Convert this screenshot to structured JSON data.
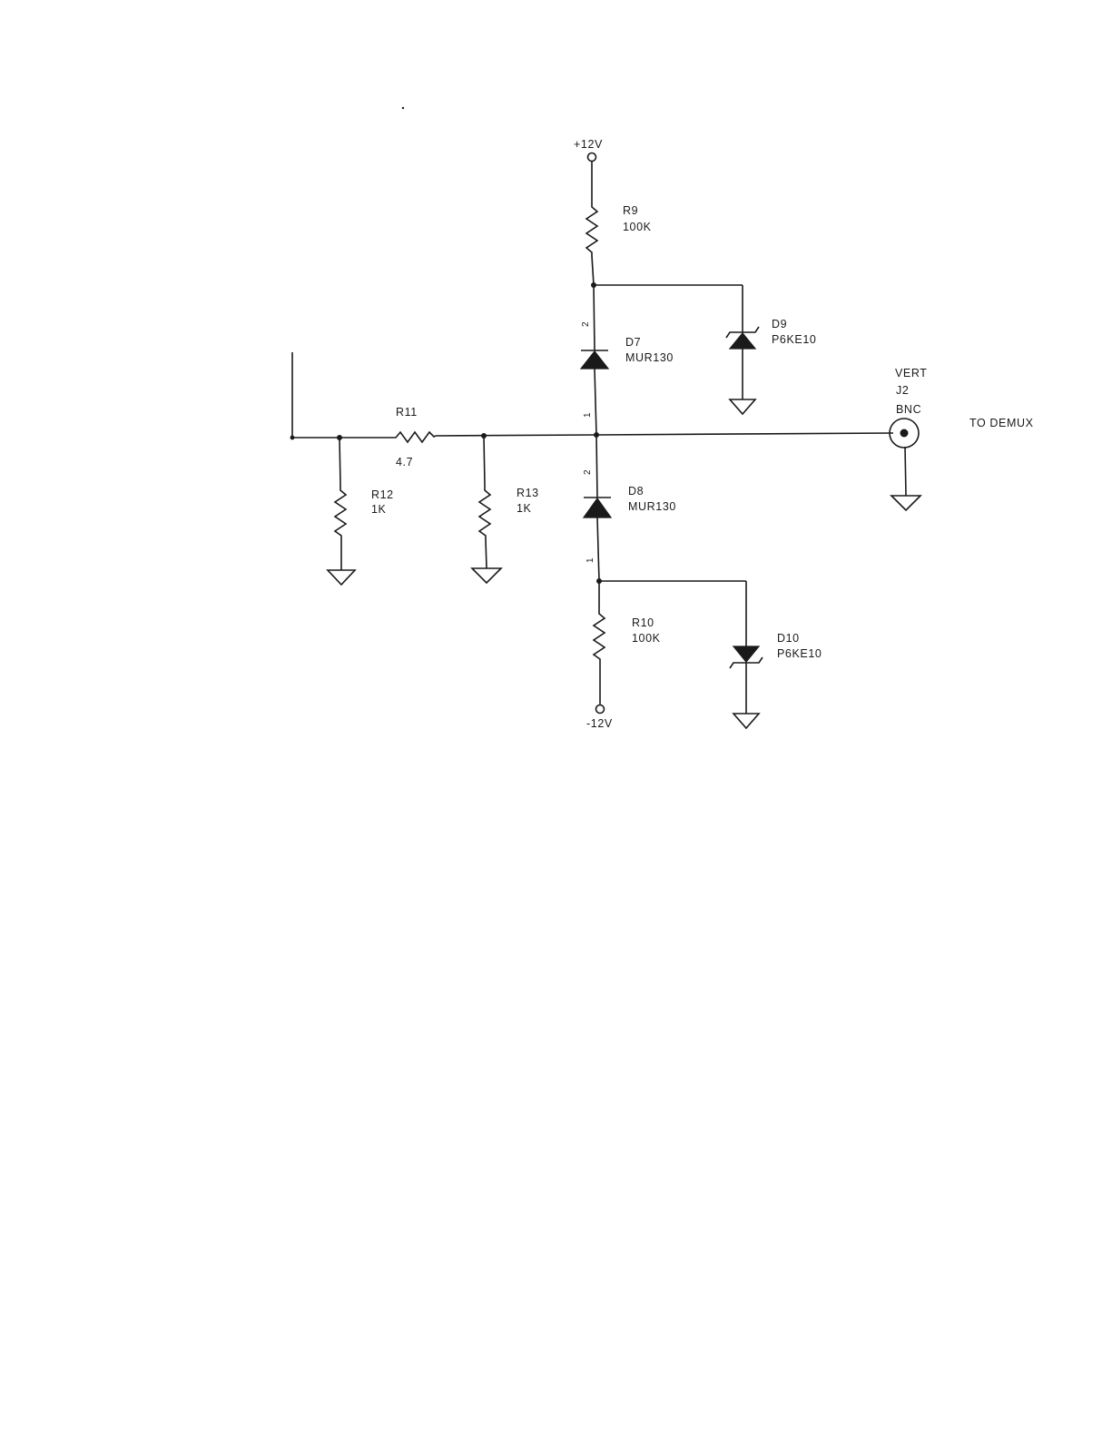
{
  "rails": {
    "positive": "+12V",
    "negative": "-12V"
  },
  "components": {
    "R9": {
      "ref": "R9",
      "value": "100K"
    },
    "R10": {
      "ref": "R10",
      "value": "100K"
    },
    "R11": {
      "ref": "R11",
      "value": "4.7"
    },
    "R12": {
      "ref": "R12",
      "value": "1K"
    },
    "R13": {
      "ref": "R13",
      "value": "1K"
    },
    "D7": {
      "ref": "D7",
      "value": "MUR130"
    },
    "D8": {
      "ref": "D8",
      "value": "MUR130"
    },
    "D9": {
      "ref": "D9",
      "value": "P6KE10"
    },
    "D10": {
      "ref": "D10",
      "value": "P6KE10"
    },
    "J2": {
      "name": "VERT",
      "ref": "J2",
      "type": "BNC"
    }
  },
  "pins": {
    "d7_top": "2",
    "d7_bottom": "1",
    "d8_top": "2",
    "d8_bottom": "1"
  },
  "annotations": {
    "output": "TO DEMUX"
  },
  "colors": {
    "ink": "#1a1a1a",
    "paper": "#ffffff"
  }
}
